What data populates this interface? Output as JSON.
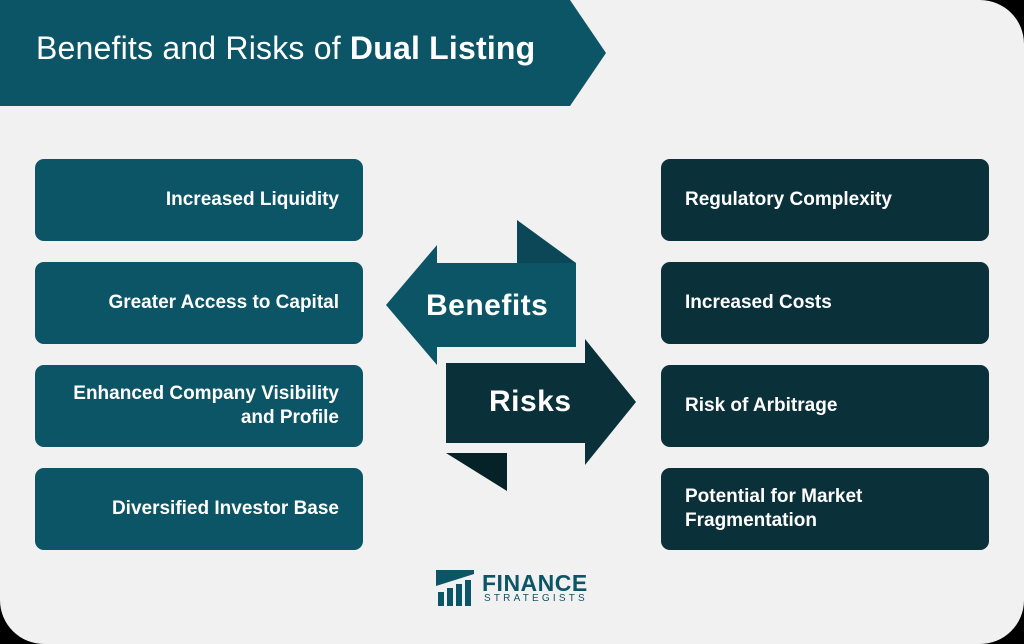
{
  "header": {
    "title_regular": "Benefits and Risks of ",
    "title_bold": "Dual Listing"
  },
  "benefits": {
    "label": "Benefits",
    "items": [
      "Increased Liquidity",
      "Greater Access to Capital",
      "Enhanced Company Visibility and Profile",
      "Diversified Investor Base"
    ]
  },
  "risks": {
    "label": "Risks",
    "items": [
      "Regulatory Complexity",
      "Increased Costs",
      "Risk of Arbitrage",
      "Potential for Market Fragmentation"
    ]
  },
  "logo": {
    "main": "FINANCE",
    "sub": "STRATEGISTS",
    "icon": "bar-chart-logo-icon"
  },
  "colors": {
    "benefit": "#0b5566",
    "risk": "#0a303a",
    "background": "#f1f1f1"
  }
}
